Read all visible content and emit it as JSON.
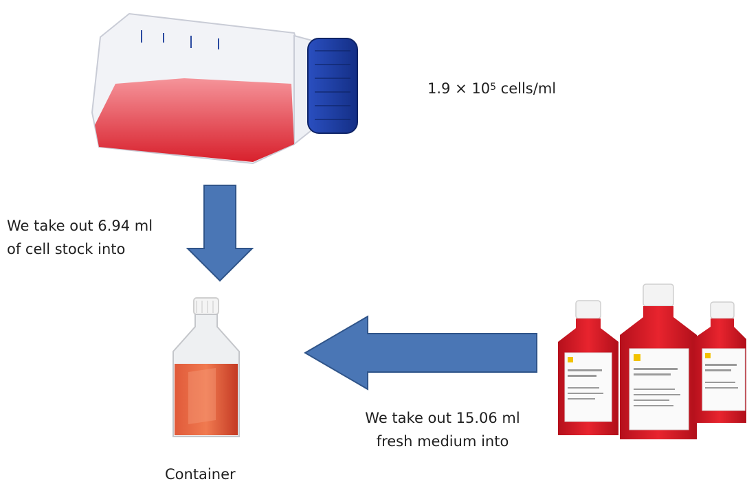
{
  "concentration": {
    "base": "1.9 × 10",
    "exponent": "5",
    "unit": " cells/ml"
  },
  "step_cell_stock": {
    "line1": "We take out 6.94 ml",
    "line2": "of cell stock into"
  },
  "step_medium": {
    "line1": "We take out 15.06 ml",
    "line2": "fresh medium into"
  },
  "container_label": "Container",
  "colors": {
    "arrow_fill": "#4a76b5",
    "arrow_stroke": "#2f5489",
    "medium_red": "#d8202c",
    "cap_blue": "#1d3fa6"
  }
}
